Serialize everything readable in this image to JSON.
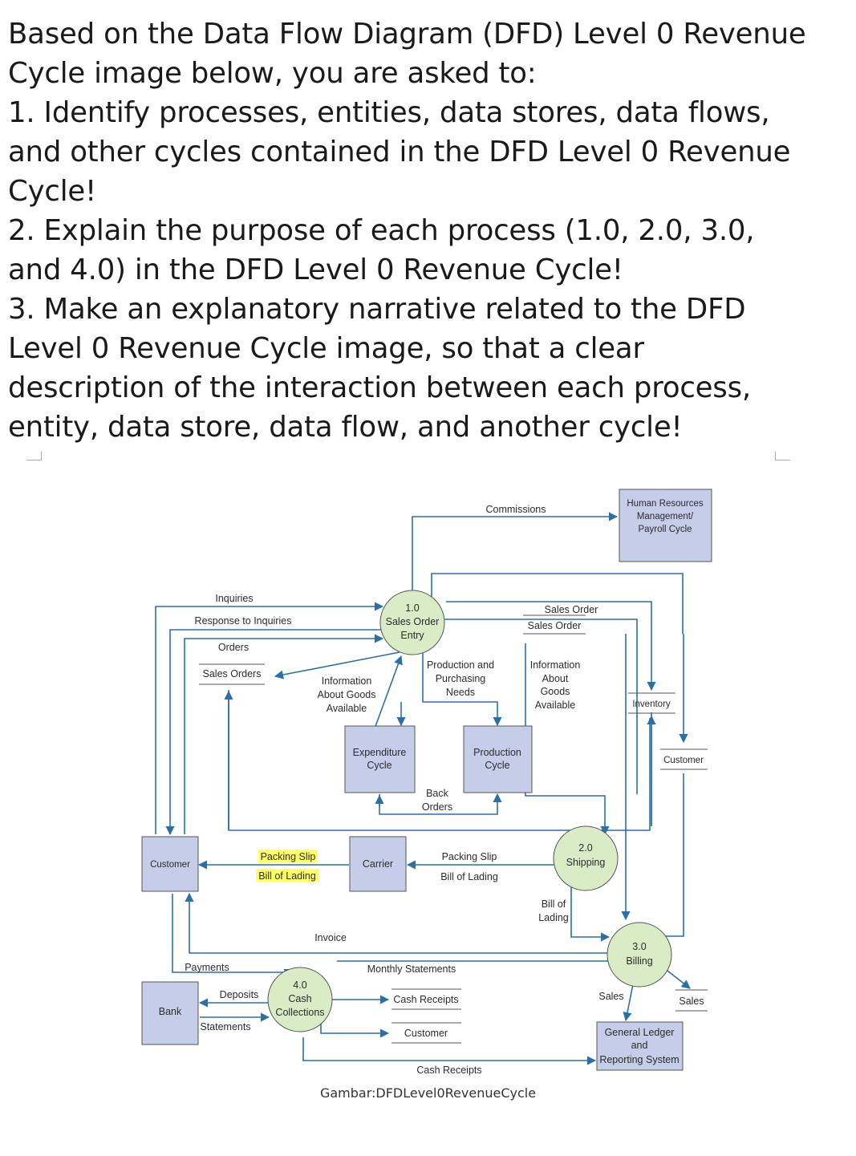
{
  "question": {
    "lines": [
      "Based on the Data Flow Diagram (DFD) Level 0 Revenue",
      "Cycle image below, you are asked to:",
      "1. Identify processes, entities, data stores, data flows,",
      "and other cycles contained in the DFD Level 0 Revenue",
      "Cycle!",
      "2. Explain the purpose of each process (1.0, 2.0, 3.0,",
      "and 4.0) in the DFD Level 0 Revenue Cycle!",
      "3. Make an explanatory narrative related to the DFD",
      "Level 0 Revenue Cycle image, so that a clear",
      "description of the interaction between each process,",
      "entity, data store, data flow, and another cycle!"
    ]
  },
  "diagram": {
    "processes": {
      "p1": [
        "1.0",
        "Sales Order",
        "Entry"
      ],
      "p2": [
        "2.0",
        "Shipping"
      ],
      "p3": [
        "3.0",
        "Billing"
      ],
      "p4": [
        "4.0",
        "Cash",
        "Collections"
      ]
    },
    "entities": {
      "hr": [
        "Human Resources",
        "Management/",
        "Payroll Cycle"
      ],
      "expenditure": [
        "Expenditure",
        "Cycle"
      ],
      "production": [
        "Production",
        "Cycle"
      ],
      "customer": [
        "Customer"
      ],
      "carrier": [
        "Carrier"
      ],
      "bank": [
        "Bank"
      ],
      "gl": [
        "General Ledger",
        "and",
        "Reporting System"
      ]
    },
    "stores": {
      "sales_orders": "Sales Orders",
      "sales_order": "Sales Order",
      "inventory": "Inventory",
      "customer": "Customer",
      "cash_receipts": "Cash Receipts",
      "customer_bottom": "Customer",
      "sales": "Sales"
    },
    "flows": {
      "commissions": "Commissions",
      "inquiries": "Inquiries",
      "response": "Response to Inquiries",
      "orders": "Orders",
      "sales_order_top": "Sales Order",
      "info_left": [
        "Information",
        "About Goods",
        "Available"
      ],
      "prod_needs": [
        "Production and",
        "Purchasing",
        "Needs"
      ],
      "info_right": [
        "Information",
        "About",
        "Goods",
        "Available"
      ],
      "back_orders": [
        "Back",
        "Orders"
      ],
      "packing_slip_left": "Packing Slip",
      "bill_of_lading_left": "Bill of Lading",
      "packing_slip_right": "Packing Slip",
      "bill_of_lading_right": "Bill of Lading",
      "bill_of_lading_v": [
        "Bill of",
        "Lading"
      ],
      "invoice": "Invoice",
      "payments": "Payments",
      "deposits": "Deposits",
      "statements": "Statements",
      "monthly_statements": "Monthly Statements",
      "sales_flow": "Sales",
      "cash_receipts_bottom": "Cash Receipts"
    },
    "highlight_color": "#ffff66",
    "process_color": "#d9ecc6",
    "entity_color": "#c6cde9",
    "arrow_color": "#2a6fa8"
  },
  "caption": "Gambar:DFDLevel0RevenueCycle"
}
